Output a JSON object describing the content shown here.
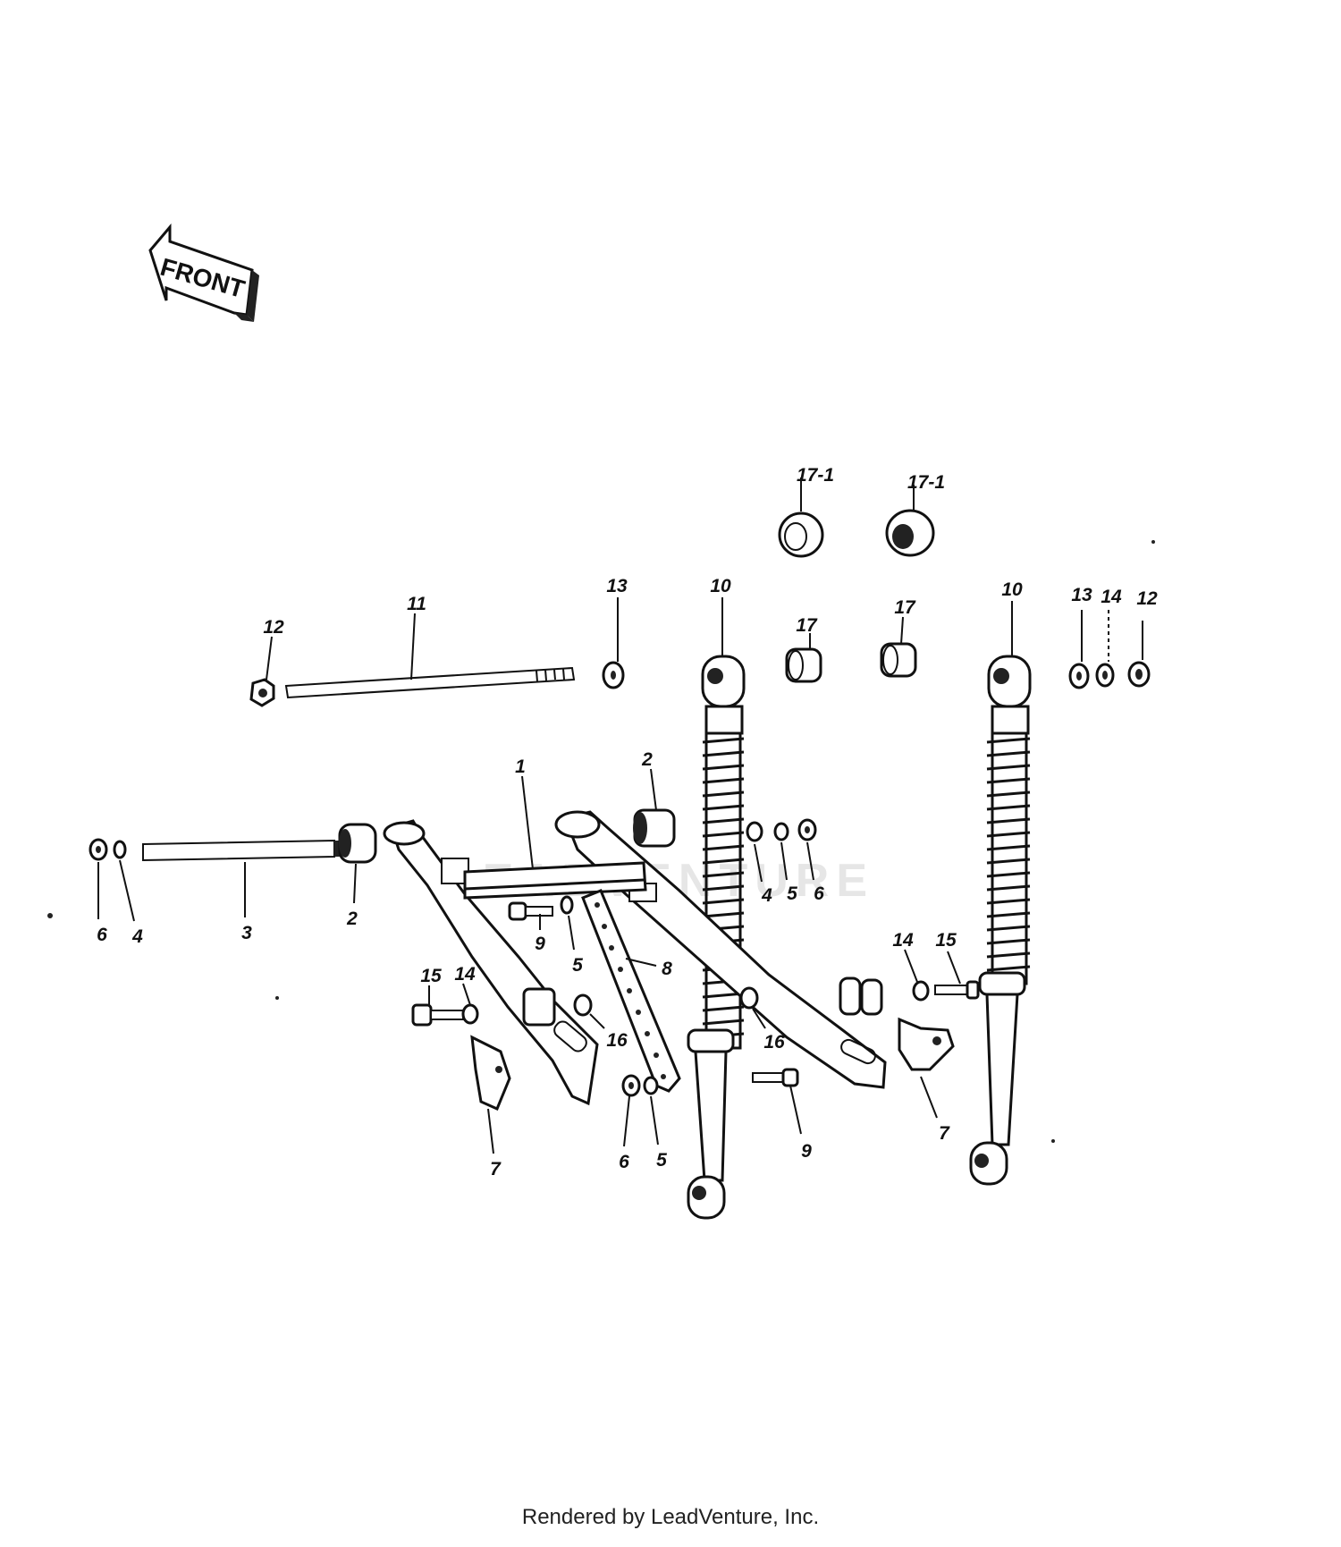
{
  "front_arrow": {
    "label": "FRONT"
  },
  "callouts": {
    "c1": "1",
    "c2a": "2",
    "c2b": "2",
    "c3": "3",
    "c4a": "4",
    "c4b": "4",
    "c5a": "5",
    "c5b": "5",
    "c5c": "5",
    "c6a": "6",
    "c6b": "6",
    "c6c": "6",
    "c7a": "7",
    "c7b": "7",
    "c8": "8",
    "c9a": "9",
    "c9b": "9",
    "c10a": "10",
    "c10b": "10",
    "c11": "11",
    "c12a": "12",
    "c12b": "12",
    "c13a": "13",
    "c13b": "13",
    "c14a": "14",
    "c14b": "14",
    "c14c": "14",
    "c15a": "15",
    "c15b": "15",
    "c16a": "16",
    "c16b": "16",
    "c17a": "17",
    "c17b": "17",
    "c17_1a": "17-1",
    "c17_1b": "17-1"
  },
  "watermark": {
    "text": "LEADVENTURE"
  },
  "footer": {
    "credit": "Rendered by LeadVenture, Inc."
  }
}
